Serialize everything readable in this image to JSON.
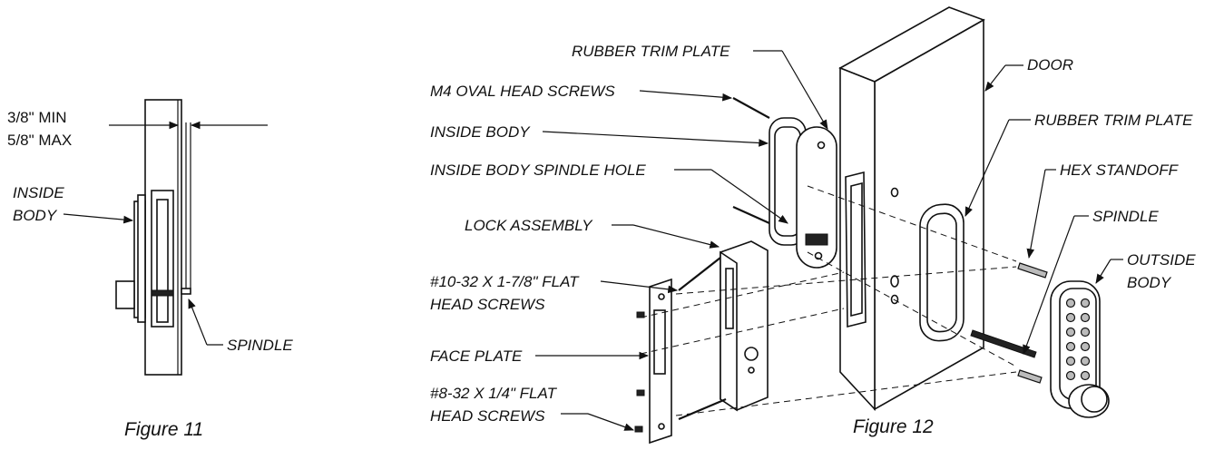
{
  "figure11": {
    "caption": "Figure 11",
    "dim_min": "3/8\" MIN",
    "dim_max": "5/8\" MAX",
    "inside_body_l1": "INSIDE",
    "inside_body_l2": "BODY",
    "spindle": "SPINDLE"
  },
  "figure12": {
    "caption": "Figure 12",
    "rubber_trim_plate_top": "RUBBER TRIM PLATE",
    "m4_screws": "M4 OVAL HEAD SCREWS",
    "inside_body": "INSIDE BODY",
    "inside_body_spindle_hole": "INSIDE BODY SPINDLE HOLE",
    "lock_assembly": "LOCK ASSEMBLY",
    "flat_head_10_l1": "#10-32 X 1-7/8\" FLAT",
    "flat_head_10_l2": "HEAD SCREWS",
    "face_plate": "FACE PLATE",
    "flat_head_8_l1": "#8-32 X 1/4\" FLAT",
    "flat_head_8_l2": "HEAD SCREWS",
    "door": "DOOR",
    "rubber_trim_plate_right": "RUBBER TRIM PLATE",
    "hex_standoff": "HEX STANDOFF",
    "spindle": "SPINDLE",
    "outside_body_l1": "OUTSIDE",
    "outside_body_l2": "BODY"
  }
}
